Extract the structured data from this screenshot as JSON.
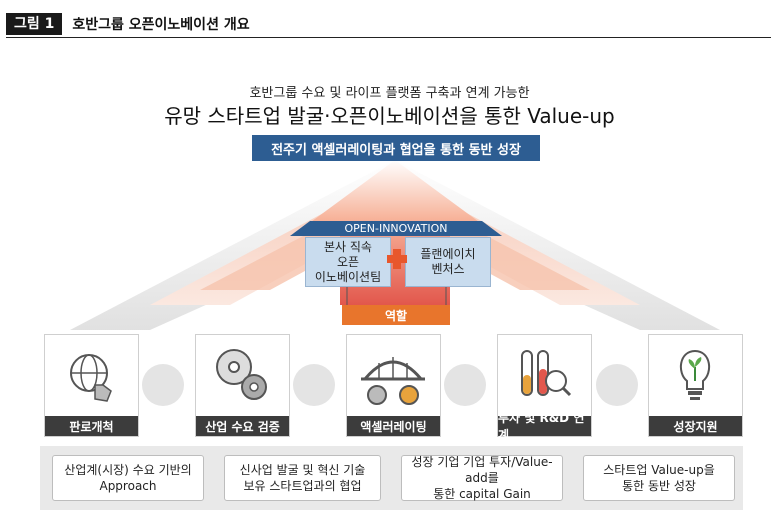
{
  "figure": {
    "label": "그림 1",
    "title": "호반그룹 오픈이노베이션 개요"
  },
  "subtitle": "호반그룹 수요 및 라이프 플랫폼 구축과 연계 가능한",
  "main_title": "유망 스타트업 발굴·오픈이노베이션을 통한 Value-up",
  "banner": "전주기 액셀러레이팅과 협업을 통한 동반 성장",
  "roof_label": "OPEN-INNOVATION",
  "left_box": [
    "본사 직속",
    "오픈",
    "이노베이션팀"
  ],
  "right_box": [
    "플랜에이치",
    "벤처스"
  ],
  "role_label": "역할",
  "cards": [
    {
      "label": "판로개척",
      "icon": "globe-hand-icon"
    },
    {
      "label": "산업 수요 검증",
      "icon": "disc-gears-icon"
    },
    {
      "label": "액셀러레이팅",
      "icon": "bridge-gears-icon"
    },
    {
      "label": "투자 및 R&D 연계",
      "icon": "test-tubes-dollar-icon"
    },
    {
      "label": "성장지원",
      "icon": "lightbulb-sprout-icon"
    }
  ],
  "descriptions": [
    [
      "산업계(시장) 수요 기반의",
      "Approach"
    ],
    [
      "신사업 발굴 및 혁신 기술",
      "보유 스타트업과의 협업"
    ],
    [
      "성장 기업 기업 투자/Value-add를",
      "통한 capital Gain"
    ],
    [
      "스타트업 Value-up을",
      "통한 동반 성장"
    ]
  ],
  "colors": {
    "banner": "#2d5d92",
    "box": "#c9dcee",
    "role": "#e8752c",
    "plus": "#e8572c",
    "caption": "#3c3c3c"
  }
}
